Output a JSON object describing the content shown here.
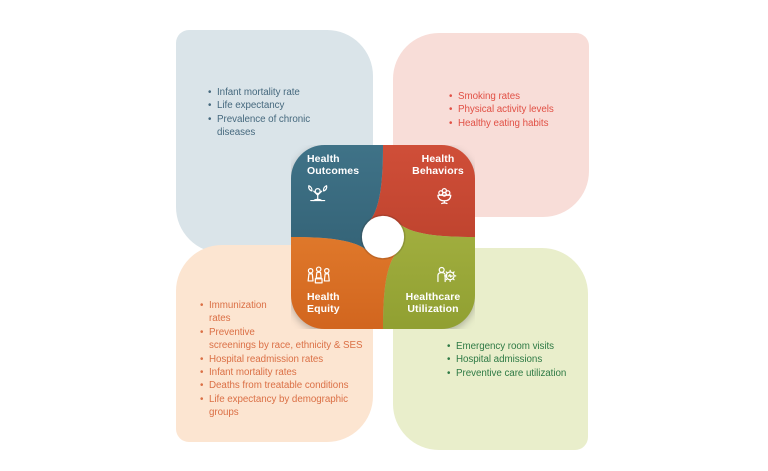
{
  "canvas": {
    "background": "#ffffff",
    "center_circle_color": "#ffffff"
  },
  "petals": [
    {
      "id": "health-outcomes",
      "quadrant": "top-left",
      "icon": "person-growth-icon",
      "label_lines": [
        "Health",
        "Outcomes"
      ],
      "gradient": [
        "#3f7287",
        "#2d596c"
      ]
    },
    {
      "id": "health-behaviors",
      "quadrant": "top-right",
      "icon": "fruit-bowl-icon",
      "label_lines": [
        "Health",
        "Behaviors"
      ],
      "gradient": [
        "#cf4e38",
        "#b03a26"
      ]
    },
    {
      "id": "health-equity",
      "quadrant": "bottom-left",
      "icon": "people-equity-icon",
      "label_lines": [
        "Health",
        "Equity"
      ],
      "gradient": [
        "#ec8a36",
        "#d2661f"
      ]
    },
    {
      "id": "healthcare-utilization",
      "quadrant": "bottom-right",
      "icon": "person-gear-icon",
      "label_lines": [
        "Healthcare",
        "Utilization"
      ],
      "gradient": [
        "#aeba49",
        "#91a032"
      ]
    }
  ],
  "quadrant_lists": {
    "top_left": {
      "bg": "#dae4e9",
      "text_color": "#46697e",
      "lines": [
        {
          "text": "Infant mortality rate",
          "continuation": false
        },
        {
          "text": "Life expectancy",
          "continuation": false
        },
        {
          "text": "Prevalence of chronic",
          "continuation": false
        },
        {
          "text": "diseases",
          "continuation": true
        }
      ]
    },
    "top_right": {
      "bg": "#f8ddd8",
      "text_color": "#e15045",
      "lines": [
        {
          "text": "Smoking rates",
          "continuation": false
        },
        {
          "text": "Physical activity levels",
          "continuation": false
        },
        {
          "text": "Healthy eating habits",
          "continuation": false
        }
      ]
    },
    "bottom_left": {
      "bg": "#fce5d1",
      "text_color": "#db7046",
      "lines": [
        {
          "text": "Immunization",
          "continuation": false
        },
        {
          "text": "rates",
          "continuation": true
        },
        {
          "text": "Preventive",
          "continuation": false
        },
        {
          "text": "screenings by race, ethnicity & SES",
          "continuation": true
        },
        {
          "text": "Hospital readmission rates",
          "continuation": false
        },
        {
          "text": "Infant mortality rates",
          "continuation": false
        },
        {
          "text": "Deaths from treatable conditions",
          "continuation": false
        },
        {
          "text": "Life expectancy by demographic",
          "continuation": false
        },
        {
          "text": "groups",
          "continuation": true
        }
      ]
    },
    "bottom_right": {
      "bg": "#e9eecb",
      "text_color": "#2e7a45",
      "lines": [
        {
          "text": "Emergency room visits",
          "continuation": false
        },
        {
          "text": "Hospital admissions",
          "continuation": false
        },
        {
          "text": "Preventive care utilization",
          "continuation": false
        }
      ]
    }
  }
}
